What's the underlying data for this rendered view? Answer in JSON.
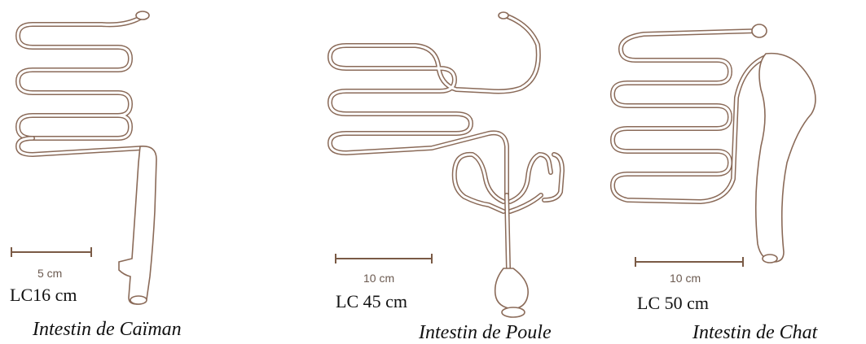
{
  "colors": {
    "outline": "#8a6a58",
    "fill": "#ffffff",
    "scale": "#7a5a45"
  },
  "specimens": [
    {
      "scale_label": "5 cm",
      "length_label": "LC16 cm",
      "name": "Intestin de Caïman"
    },
    {
      "scale_label": "10 cm",
      "length_label": "LC 45 cm",
      "name": "Intestin de Poule"
    },
    {
      "scale_label": "10 cm",
      "length_label": "LC 50 cm",
      "name": "Intestin de Chat"
    }
  ]
}
